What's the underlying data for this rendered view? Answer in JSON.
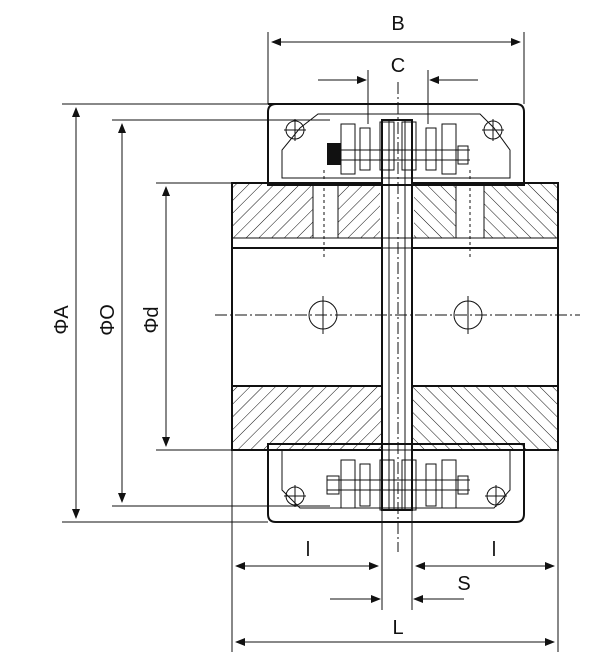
{
  "dimension_labels": {
    "B": "B",
    "C": "C",
    "phi_A": "ΦA",
    "phi_O": "ΦO",
    "phi_d": "Φd",
    "l_left": "l",
    "l_right": "l",
    "S": "S",
    "L": "L"
  }
}
